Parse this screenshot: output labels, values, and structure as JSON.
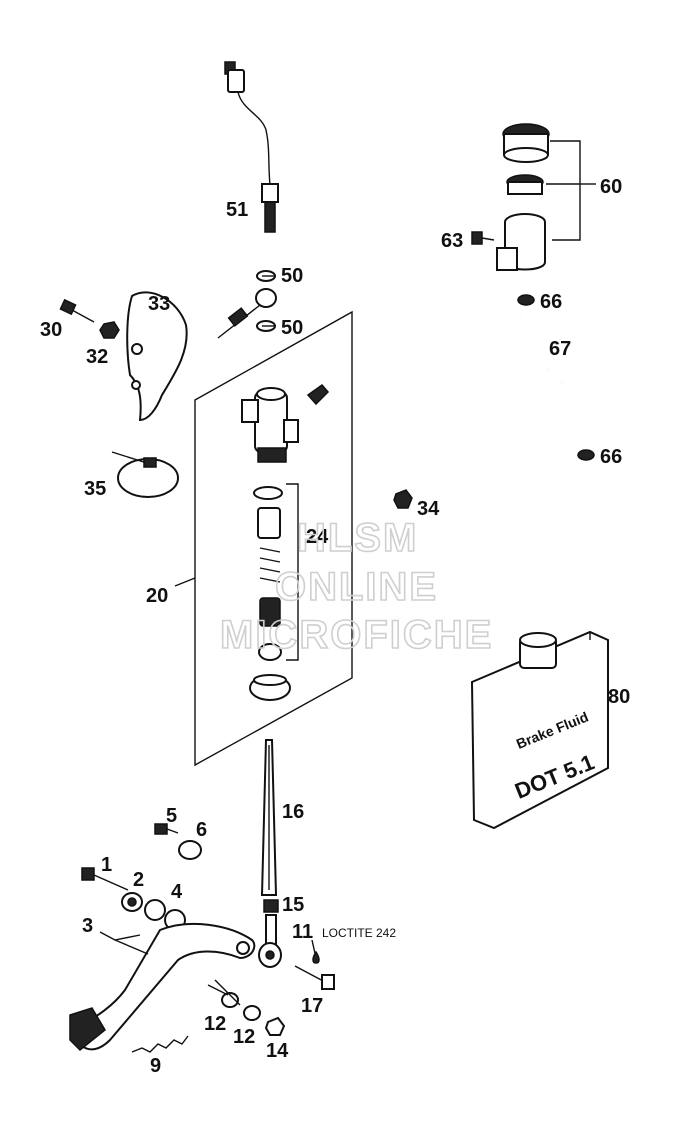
{
  "labels": {
    "p51": "51",
    "p50a": "50",
    "p50b": "50",
    "p33": "33",
    "p30": "30",
    "p32": "32",
    "p35": "35",
    "p20": "20",
    "p24": "24",
    "p34": "34",
    "p60": "60",
    "p63": "63",
    "p66a": "66",
    "p67": "67",
    "p66b": "66",
    "p80": "80",
    "p16": "16",
    "p5": "5",
    "p6": "6",
    "p1": "1",
    "p2": "2",
    "p4": "4",
    "p3": "3",
    "p15": "15",
    "p11": "11",
    "p17": "17",
    "p12a": "12",
    "p12b": "12",
    "p14": "14",
    "p9": "9"
  },
  "notes": {
    "loctite": "LOCTITE 242"
  },
  "bottle": {
    "line1": "Brake Fluid",
    "line2": "DOT 5.1"
  },
  "watermark": {
    "line1": "HLSM",
    "line2": "ONLINE",
    "line3": "MICROFICHE"
  }
}
